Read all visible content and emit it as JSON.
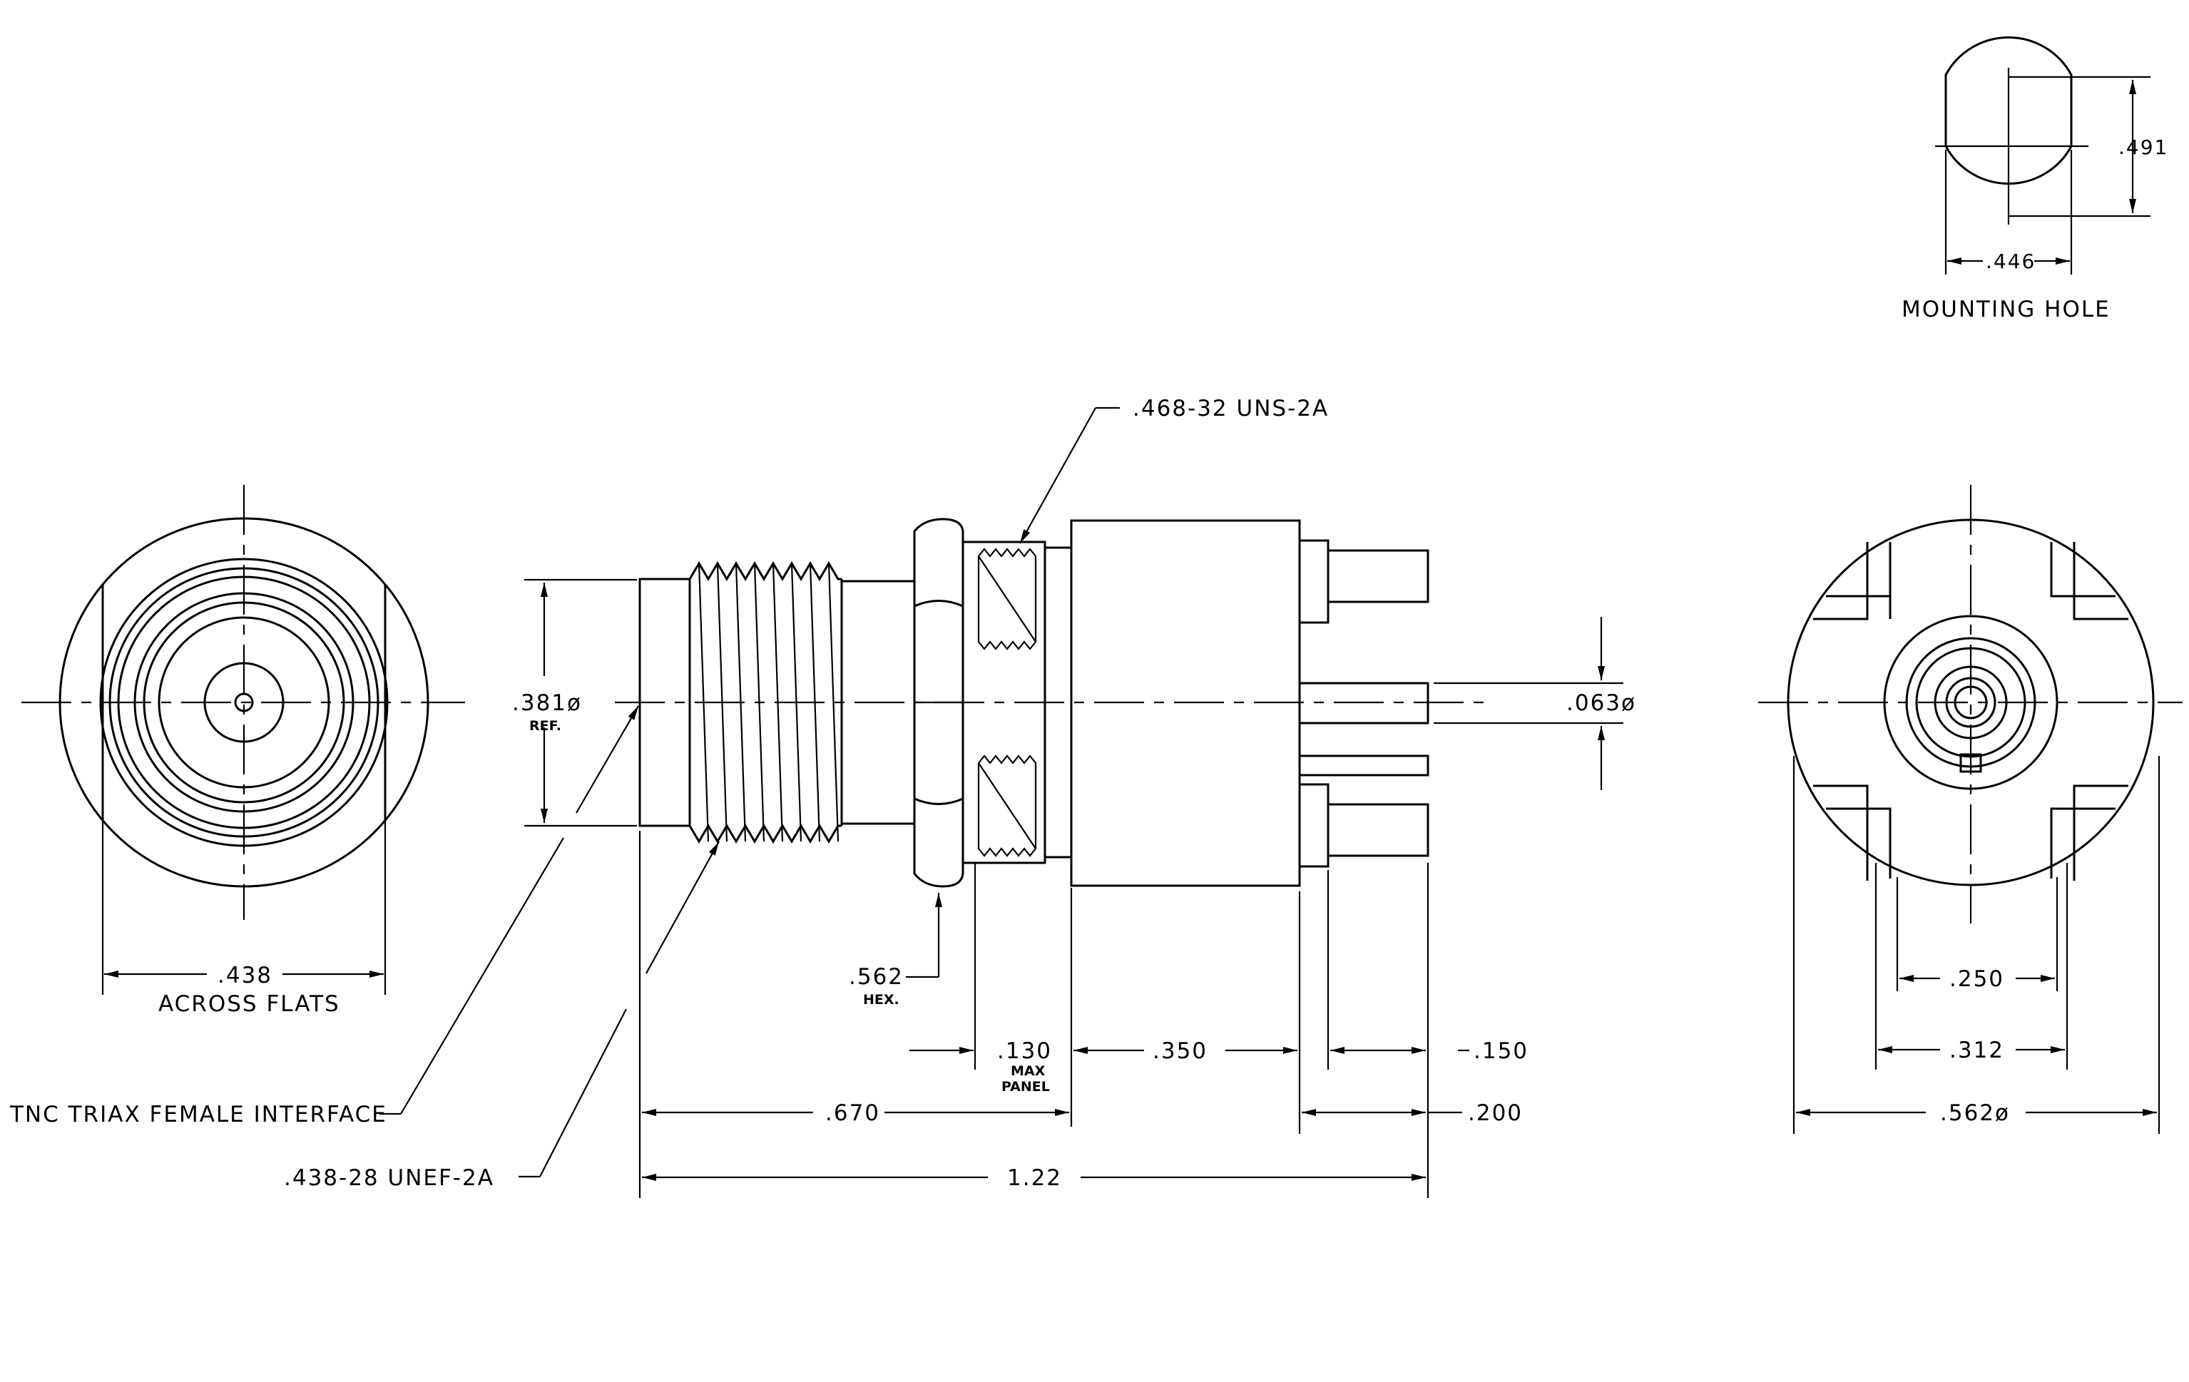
{
  "mounting_hole": {
    "title": "MOUNTING HOLE",
    "height": ".491",
    "width": ".446"
  },
  "front_view": {
    "across_flats": ".438",
    "across_flats_label": "ACROSS FLATS"
  },
  "side_view": {
    "ref_dia": ".381ø",
    "ref_label": "REF.",
    "uns_thread": ".468-32 UNS-2A",
    "hex": ".562",
    "hex_label": "HEX.",
    "pin_dia": ".063ø",
    "panel": ".130",
    "panel_label_1": "MAX",
    "panel_label_2": "PANEL",
    "body_len": ".350",
    "pin_len": ".150",
    "front_len": ".670",
    "pin_total": ".200",
    "overall": "1.22",
    "interface": "TNC TRIAX FEMALE INTERFACE",
    "unef_thread": ".438-28 UNEF-2A"
  },
  "rear_view": {
    "inner": ".250",
    "pin_span": ".312",
    "outer_dia": ".562ø"
  }
}
